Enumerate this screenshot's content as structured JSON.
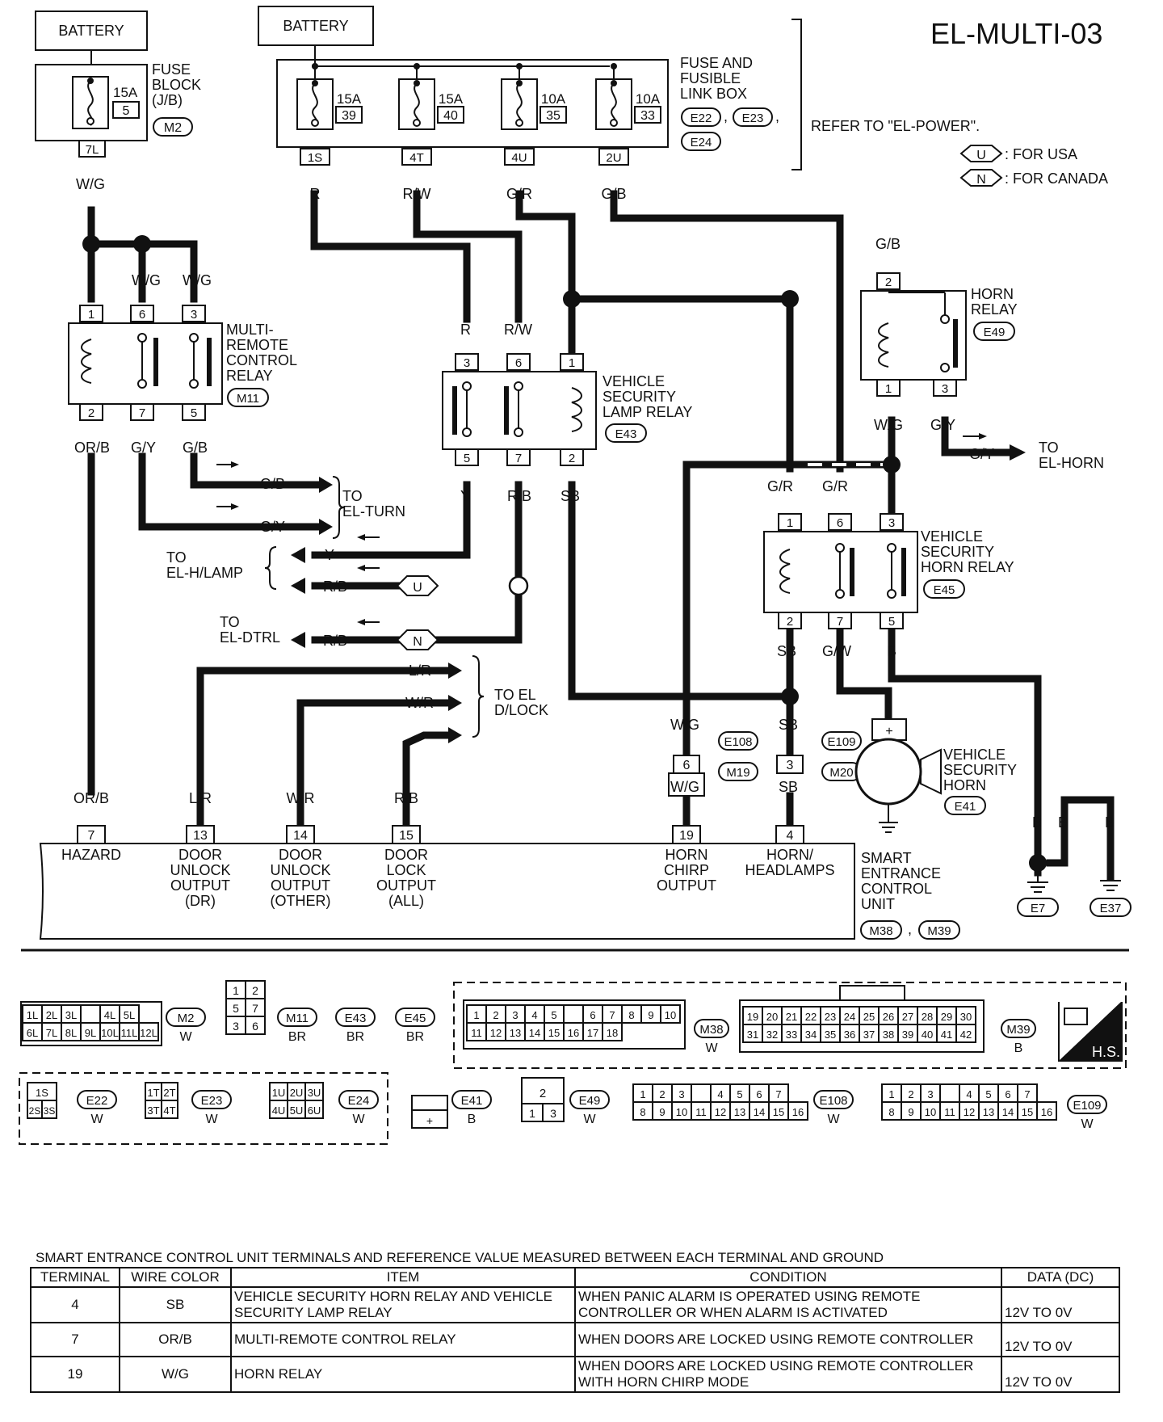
{
  "header": {
    "diagram_id": "EL-MULTI-03"
  },
  "power": {
    "battery_label": "BATTERY",
    "fuse_block": {
      "label_lines": [
        "FUSE",
        "BLOCK",
        "(J/B)"
      ],
      "amp": "15A",
      "fuse_no": "5",
      "connector": "M2",
      "terminal": "7L",
      "wire": "W/G"
    },
    "fuse_link_box": {
      "label_lines": [
        "FUSE AND",
        "FUSIBLE",
        "LINK BOX"
      ],
      "connectors": [
        "E22",
        "E23",
        "E24"
      ],
      "refer": "REFER TO \"EL-POWER\".",
      "fuses": [
        {
          "amp": "15A",
          "no": "39",
          "terminal": "1S",
          "wire": "R"
        },
        {
          "amp": "15A",
          "no": "40",
          "terminal": "4T",
          "wire": "R/W"
        },
        {
          "amp": "10A",
          "no": "35",
          "terminal": "4U",
          "wire": "G/R"
        },
        {
          "amp": "10A",
          "no": "33",
          "terminal": "2U",
          "wire": "G/B"
        }
      ]
    }
  },
  "legend": [
    {
      "code": "U",
      "text": ": FOR USA"
    },
    {
      "code": "N",
      "text": ": FOR CANADA"
    }
  ],
  "relays": {
    "multi_remote": {
      "label_lines": [
        "MULTI-",
        "REMOTE",
        "CONTROL",
        "RELAY"
      ],
      "connector": "M11",
      "top_terminals": [
        "1",
        "6",
        "3"
      ],
      "bottom_terminals": [
        "2",
        "7",
        "5"
      ],
      "top_wires": [
        "W/G",
        "W/G"
      ],
      "bottom_wires": [
        "OR/B",
        "G/Y",
        "G/B"
      ]
    },
    "security_lamp": {
      "label_lines": [
        "VEHICLE",
        "SECURITY",
        "LAMP RELAY"
      ],
      "connector": "E43",
      "top_terminals": [
        "3",
        "6",
        "1"
      ],
      "bottom_terminals": [
        "5",
        "7",
        "2"
      ],
      "top_wires": [
        "R",
        "R/W"
      ],
      "bottom_wires": [
        "Y",
        "R/B",
        "SB"
      ]
    },
    "horn": {
      "label_lines": [
        "HORN",
        "RELAY"
      ],
      "connector": "E49",
      "top_terminal": "2",
      "top_wire": "G/B",
      "bottom_terminals": [
        "1",
        "3"
      ],
      "bottom_wires": [
        "W/G",
        "G/Y"
      ]
    },
    "security_horn": {
      "label_lines": [
        "VEHICLE",
        "SECURITY",
        "HORN RELAY"
      ],
      "connector": "E45",
      "top_terminals": [
        "1",
        "6",
        "3"
      ],
      "bottom_terminals": [
        "2",
        "7",
        "5"
      ],
      "top_wires": [
        "G/R",
        "G/R"
      ],
      "bottom_wires": [
        "SB",
        "G/W",
        "B"
      ]
    }
  },
  "outputs": {
    "to_el_horn": {
      "wire": "G/Y",
      "label_lines": [
        "TO",
        "EL-HORN"
      ]
    },
    "to_el_turn": {
      "wires": [
        "G/B",
        "G/Y"
      ],
      "label_lines": [
        "TO",
        "EL-TURN"
      ]
    },
    "to_el_hlamp": {
      "wires": [
        "Y",
        "R/B"
      ],
      "label_lines": [
        "TO",
        "EL-H/LAMP"
      ]
    },
    "to_el_dtrl": {
      "wire": "R/B",
      "label_lines": [
        "TO",
        "EL-DTRL"
      ]
    },
    "to_el_dlock": {
      "wires": [
        "L/R",
        "W/R"
      ],
      "label_lines": [
        "TO EL",
        "D/LOCK"
      ]
    }
  },
  "junctions": {
    "left": {
      "connectors": [
        "E108",
        "M19"
      ],
      "terminal": "6",
      "wire_top": "W/G",
      "wire_bottom": "W/G"
    },
    "right": {
      "connectors": [
        "E109",
        "M20"
      ],
      "terminal": "3",
      "wire_top": "SB",
      "wire_bottom": "SB"
    }
  },
  "horn": {
    "label_lines": [
      "VEHICLE",
      "SECURITY",
      "HORN"
    ],
    "connector": "E41",
    "plus": "+"
  },
  "grounds": {
    "wires": [
      "B",
      "B",
      "B"
    ],
    "connectors": [
      "E7",
      "E37"
    ]
  },
  "control_unit": {
    "label_lines": [
      "SMART",
      "ENTRANCE",
      "CONTROL",
      "UNIT"
    ],
    "connectors": [
      "M38",
      "M39"
    ],
    "terminals": [
      {
        "no": "7",
        "wire": "OR/B",
        "lines": [
          "HAZARD"
        ]
      },
      {
        "no": "13",
        "wire": "L/R",
        "lines": [
          "DOOR",
          "UNLOCK",
          "OUTPUT",
          "(DR)"
        ]
      },
      {
        "no": "14",
        "wire": "W/R",
        "lines": [
          "DOOR",
          "UNLOCK",
          "OUTPUT",
          "(OTHER)"
        ]
      },
      {
        "no": "15",
        "wire": "R/B",
        "lines": [
          "DOOR",
          "LOCK",
          "OUTPUT",
          "(ALL)"
        ]
      },
      {
        "no": "19",
        "wire": "",
        "lines": [
          "HORN",
          "CHIRP",
          "OUTPUT"
        ]
      },
      {
        "no": "4",
        "wire": "",
        "lines": [
          "HORN/",
          "HEADLAMPS"
        ]
      }
    ]
  },
  "connector_views": {
    "m2": {
      "top": [
        "1L",
        "2L",
        "3L",
        "",
        "4L",
        "5L"
      ],
      "bottom": [
        "6L",
        "7L",
        "8L",
        "9L",
        "10L",
        "11L",
        "12L"
      ],
      "id": "M2",
      "color": "W"
    },
    "m11": {
      "rows": [
        [
          "1",
          "2"
        ],
        [
          "5",
          "7"
        ],
        [
          "3",
          "6"
        ]
      ],
      "id": "M11",
      "color": "BR"
    },
    "e43": {
      "id": "E43",
      "color": "BR"
    },
    "e45": {
      "id": "E45",
      "color": "BR"
    },
    "m38": {
      "top": [
        "1",
        "2",
        "3",
        "4",
        "5",
        "",
        "6",
        "7",
        "8",
        "9",
        "10"
      ],
      "bottom": [
        "11",
        "12",
        "13",
        "14",
        "15",
        "16",
        "17",
        "18"
      ],
      "id": "M38",
      "color": "W"
    },
    "m39": {
      "top": [
        "19",
        "20",
        "21",
        "22",
        "23",
        "24",
        "25",
        "26",
        "27",
        "28",
        "29",
        "30"
      ],
      "bottom": [
        "31",
        "32",
        "33",
        "34",
        "35",
        "36",
        "37",
        "38",
        "39",
        "40",
        "41",
        "42"
      ],
      "id": "M39",
      "color": "B"
    },
    "hs": "H.S.",
    "e22": {
      "top": [
        "1S"
      ],
      "bottom": [
        "2S",
        "3S"
      ],
      "id": "E22",
      "color": "W"
    },
    "e23": {
      "top": [
        "1T",
        "2T"
      ],
      "bottom": [
        "3T",
        "4T"
      ],
      "id": "E23",
      "color": "W"
    },
    "e24": {
      "top": [
        "1U",
        "2U",
        "3U"
      ],
      "bottom": [
        "4U",
        "5U",
        "6U"
      ],
      "id": "E24",
      "color": "W"
    },
    "e41": {
      "id": "E41",
      "color": "B",
      "plus": "+"
    },
    "e49": {
      "top": [
        "2"
      ],
      "bottom": [
        "1",
        "3"
      ],
      "id": "E49",
      "color": "W"
    },
    "e108": {
      "top": [
        "1",
        "2",
        "3",
        "",
        "4",
        "5",
        "6",
        "7"
      ],
      "bottom": [
        "8",
        "9",
        "10",
        "11",
        "12",
        "13",
        "14",
        "15",
        "16"
      ],
      "id": "E108",
      "color": "W"
    },
    "e109": {
      "top": [
        "1",
        "2",
        "3",
        "",
        "4",
        "5",
        "6",
        "7"
      ],
      "bottom": [
        "8",
        "9",
        "10",
        "11",
        "12",
        "13",
        "14",
        "15",
        "16"
      ],
      "id": "E109",
      "color": "W"
    }
  },
  "table": {
    "caption": "SMART ENTRANCE CONTROL UNIT TERMINALS AND REFERENCE VALUE MEASURED BETWEEN EACH TERMINAL AND GROUND",
    "headers": [
      "TERMINAL",
      "WIRE COLOR",
      "ITEM",
      "CONDITION",
      "DATA (DC)"
    ],
    "rows": [
      {
        "terminal": "4",
        "wire": "SB",
        "item": "VEHICLE SECURITY HORN RELAY AND VEHICLE SECURITY LAMP RELAY",
        "condition": "WHEN PANIC ALARM IS OPERATED USING REMOTE CONTROLLER OR WHEN ALARM IS ACTIVATED",
        "data": "12V TO 0V"
      },
      {
        "terminal": "7",
        "wire": "OR/B",
        "item": "MULTI-REMOTE CONTROL RELAY",
        "condition": "WHEN DOORS ARE LOCKED USING REMOTE CONTROLLER",
        "data": "12V TO 0V"
      },
      {
        "terminal": "19",
        "wire": "W/G",
        "item": "HORN RELAY",
        "condition": "WHEN DOORS ARE LOCKED USING REMOTE CONTROLLER WITH HORN CHIRP MODE",
        "data": "12V TO 0V"
      }
    ]
  }
}
